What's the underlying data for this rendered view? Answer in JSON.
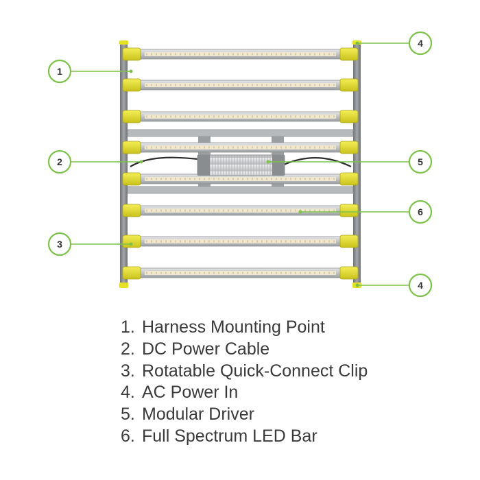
{
  "colors": {
    "accent_green": "#7dc24b",
    "clip_yellow": "#e6e02a",
    "frame_gray": "#8c8f90",
    "bar_silver": "#c9ccce",
    "led_strip": "#efe7cf"
  },
  "callouts": [
    {
      "number": "1"
    },
    {
      "number": "2"
    },
    {
      "number": "3"
    },
    {
      "number": "4"
    },
    {
      "number": "5"
    },
    {
      "number": "6"
    },
    {
      "number": "4"
    }
  ],
  "legend": [
    {
      "number": "1.",
      "label": "Harness Mounting Point"
    },
    {
      "number": "2.",
      "label": "DC Power Cable"
    },
    {
      "number": "3.",
      "label": "Rotatable Quick-Connect Clip"
    },
    {
      "number": "4.",
      "label": "AC Power In"
    },
    {
      "number": "5.",
      "label": "Modular Driver"
    },
    {
      "number": "6.",
      "label": "Full Spectrum LED Bar"
    }
  ],
  "led_bars": [
    {
      "name": "LED bar 1"
    },
    {
      "name": "LED bar 2"
    },
    {
      "name": "LED bar 3"
    },
    {
      "name": "LED bar 4"
    },
    {
      "name": "LED bar 5"
    },
    {
      "name": "LED bar 6"
    },
    {
      "name": "LED bar 7"
    },
    {
      "name": "LED bar 8"
    }
  ]
}
